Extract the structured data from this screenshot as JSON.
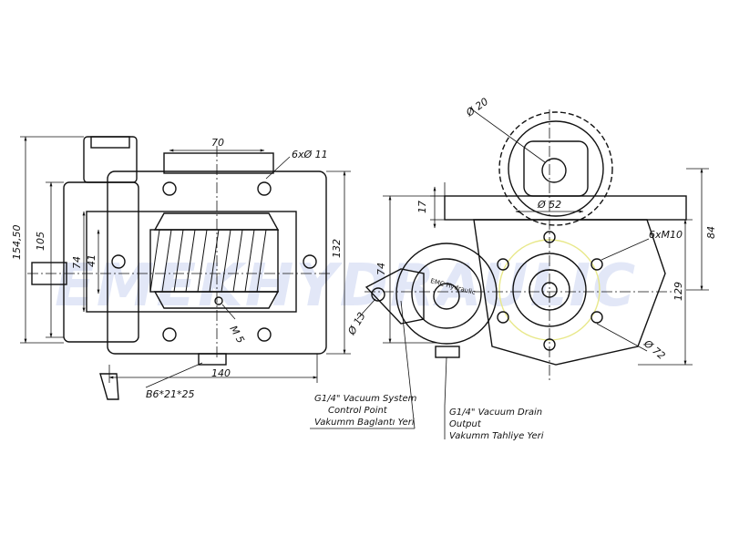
{
  "watermark": "EMEKHYDRAULIC",
  "left_view": {
    "dim_top_width": "70",
    "dim_holes": "6xØ 11",
    "dim_height_total": "154,50",
    "dim_height_105": "105",
    "dim_height_74": "74",
    "dim_height_41": "41",
    "dim_height_132": "132",
    "dim_width_140": "140",
    "dim_spline": "B6*21*25",
    "thread_label": "M 5"
  },
  "right_view": {
    "dim_shaft": "Ø 20",
    "dim_17": "17",
    "dim_52": "Ø 52",
    "dim_74": "74",
    "dim_84": "84",
    "dim_129": "129",
    "dim_bolts": "6xM10",
    "dim_13": "Ø 13",
    "dim_72": "Ø 72",
    "pump_logo": "EMC Hydraulic"
  },
  "notes": {
    "vacuum_control": [
      "G1/4\" Vacuum System",
      "Control Point",
      "Vakumm Baglantı Yeri"
    ],
    "vacuum_drain": [
      "G1/4\" Vacuum Drain",
      "Output",
      "Vakumm Tahliye Yeri"
    ]
  }
}
